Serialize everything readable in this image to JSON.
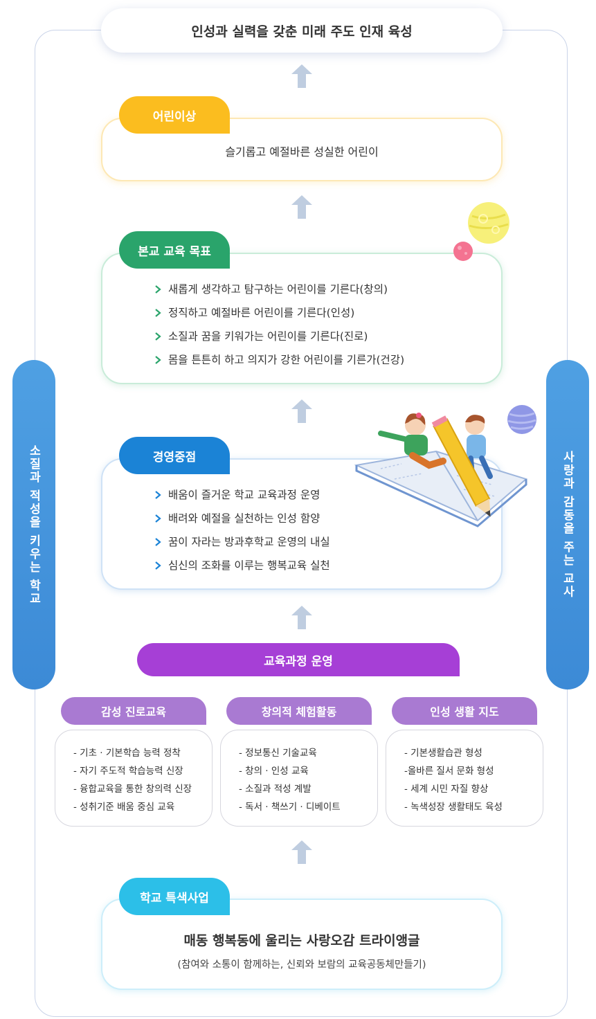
{
  "vision": "인성과 실력을 갖춘 미래 주도 인재 육성",
  "ideal": {
    "tag": "어린이상",
    "text": "슬기롭고 예절바른 성실한 어린이"
  },
  "goals": {
    "tag": "본교 교육 목표",
    "items": [
      "새롭게 생각하고 탐구하는 어린이를 기른다(창의)",
      "정직하고 예절바른 어린이를 기른다(인성)",
      "소질과 꿈을 키워가는 어린이를 기른다(진로)",
      "몸을 튼튼히 하고 의지가 강한 어린이를 기른가(건강)"
    ]
  },
  "management": {
    "tag": "경영중점",
    "items": [
      "배움이 즐거운 학교 교육과정 운영",
      "배려와 예절을 실천하는 인성 함양",
      "꿈이 자라는 방과후학교 운영의 내실",
      "심신의 조화를 이루는 행복교육 실천"
    ]
  },
  "side_left": "소질과 적성을 키우는 학교",
  "side_right": "사랑과 감동을 주는 교사",
  "curriculum": {
    "title": "교육과정 운영",
    "columns": [
      {
        "title": "감성 진로교육",
        "items": [
          "- 기초 · 기본학습 능력 정착",
          "- 자기 주도적 학습능력 신장",
          "- 융합교육을 통한 창의력 신장",
          "- 성취기준 배움 중심 교육"
        ]
      },
      {
        "title": "창의적 체험활동",
        "items": [
          "- 정보통신 기술교육",
          "- 창의 · 인성 교육",
          "- 소질과 적성 계발",
          "- 독서 · 책쓰기 · 디베이트"
        ]
      },
      {
        "title": "인성 생활 지도",
        "items": [
          "- 기본생활습관 형성",
          "-올바른 질서 문화 형성",
          "- 세계 시민 자질 향상",
          "- 녹색성장 생활태도 육성"
        ]
      }
    ]
  },
  "special": {
    "tag": "학교 특색사업",
    "title": "매동 행복동에 울리는 사랑오감 트라이앵글",
    "subtitle": "(참여와 소통이 함께하는, 신뢰와 보람의 교육공동체만들기)"
  },
  "colors": {
    "yellow": "#fbbd1f",
    "green": "#2aa46b",
    "blue": "#1b83d6",
    "sky": "#2cbfe8",
    "purple": "#a63fd6",
    "lavender": "#a97ad2",
    "side": "#4596df",
    "arrow": "#bfcde0"
  }
}
